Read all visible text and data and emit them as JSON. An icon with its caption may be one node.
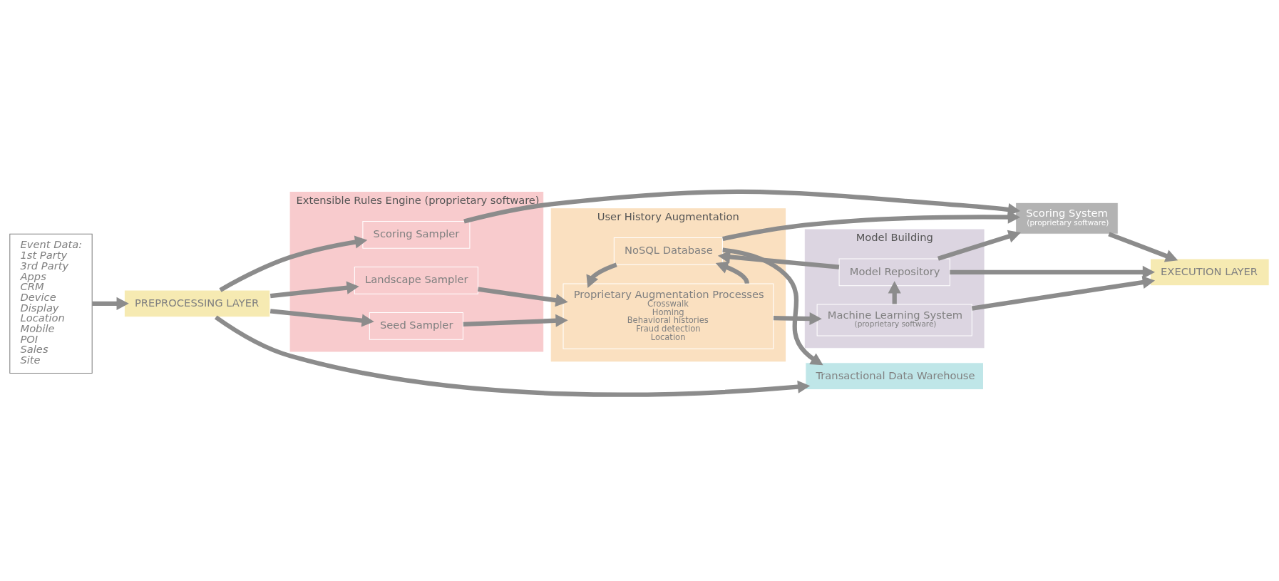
{
  "diagram": {
    "nodes": [
      {
        "text": [
          "Event Data:",
          "1st Party",
          "3rd Party",
          "Apps",
          "CRM",
          "Device",
          "Display",
          "Location",
          "Mobile",
          "POI",
          "Sales",
          "Site"
        ]
      },
      {
        "text": [
          "PREPROCESSING LAYER"
        ]
      },
      {
        "text": [
          "Extensible Rules Engine (proprietary software)"
        ]
      },
      {
        "text": [
          "Seed Sampler"
        ],
        "in": 2
      },
      {
        "text": [
          "Landscape Sampler"
        ],
        "in": 2
      },
      {
        "text": [
          "Scoring Sampler"
        ],
        "in": 2
      },
      {
        "text": [
          "User History Augmentation"
        ]
      },
      {
        "text": [
          "Proprietary Augmentation Processes",
          "Crosswalk",
          "Homing",
          "Behavioral histories",
          "Fraud detection",
          "Location"
        ],
        "in": 6
      },
      {
        "text": [
          "NoSQL Database"
        ],
        "in": 6
      },
      {
        "text": [
          "Model Building"
        ]
      },
      {
        "text": [
          "Machine Learning System",
          "(proprietary software)"
        ],
        "in": 9
      },
      {
        "text": [
          "Model Repository"
        ],
        "in": 9
      },
      {
        "text": [
          "Scoring System",
          "(proprietary software)"
        ]
      },
      {
        "text": [
          "Transactional Data Warehouse"
        ]
      },
      {
        "text": [
          "EXECUTION LAYER"
        ]
      }
    ],
    "edges": [
      {
        "from": 0,
        "to": 1,
        "arrow": "to"
      },
      {
        "from": 1,
        "to": 3,
        "arrow": "to"
      },
      {
        "from": 1,
        "to": 4,
        "arrow": "to"
      },
      {
        "from": 1,
        "to": 5,
        "arrow": "to"
      },
      {
        "from": 1,
        "to": 13,
        "arrow": "to"
      },
      {
        "from": 3,
        "to": 7,
        "arrow": "to"
      },
      {
        "from": 4,
        "to": 7,
        "arrow": "to"
      },
      {
        "from": 7,
        "to": 10,
        "arrow": "to"
      },
      {
        "from": 7,
        "to": 8,
        "arrow": "to"
      },
      {
        "from": 8,
        "to": 7,
        "arrow": "to"
      },
      {
        "from": 10,
        "to": 11,
        "arrow": "to"
      },
      {
        "from": 11,
        "to": 8,
        "arrow": "to"
      },
      {
        "from": 8,
        "to": 12,
        "arrow": "to"
      },
      {
        "from": 11,
        "to": 12,
        "arrow": "to"
      },
      {
        "from": 5,
        "to": 12,
        "arrow": "to"
      },
      {
        "from": 8,
        "to": 13,
        "arrow": "to"
      },
      {
        "from": 10,
        "to": 14,
        "arrow": "to"
      },
      {
        "from": 11,
        "to": 14,
        "arrow": "to"
      },
      {
        "from": 12,
        "to": 14,
        "arrow": "to"
      }
    ]
  }
}
